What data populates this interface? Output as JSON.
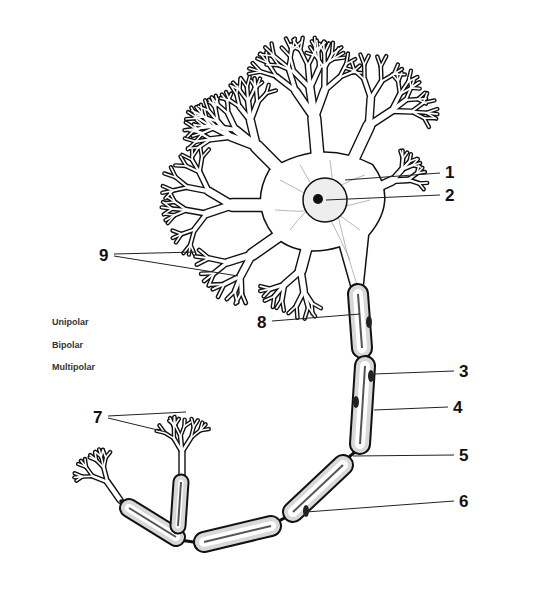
{
  "diagram": {
    "labels": [
      "1",
      "2",
      "9",
      "8",
      "Unipolar",
      "Bipolar",
      "Multipolar",
      "3",
      "4",
      "7",
      "5",
      "6"
    ]
  }
}
